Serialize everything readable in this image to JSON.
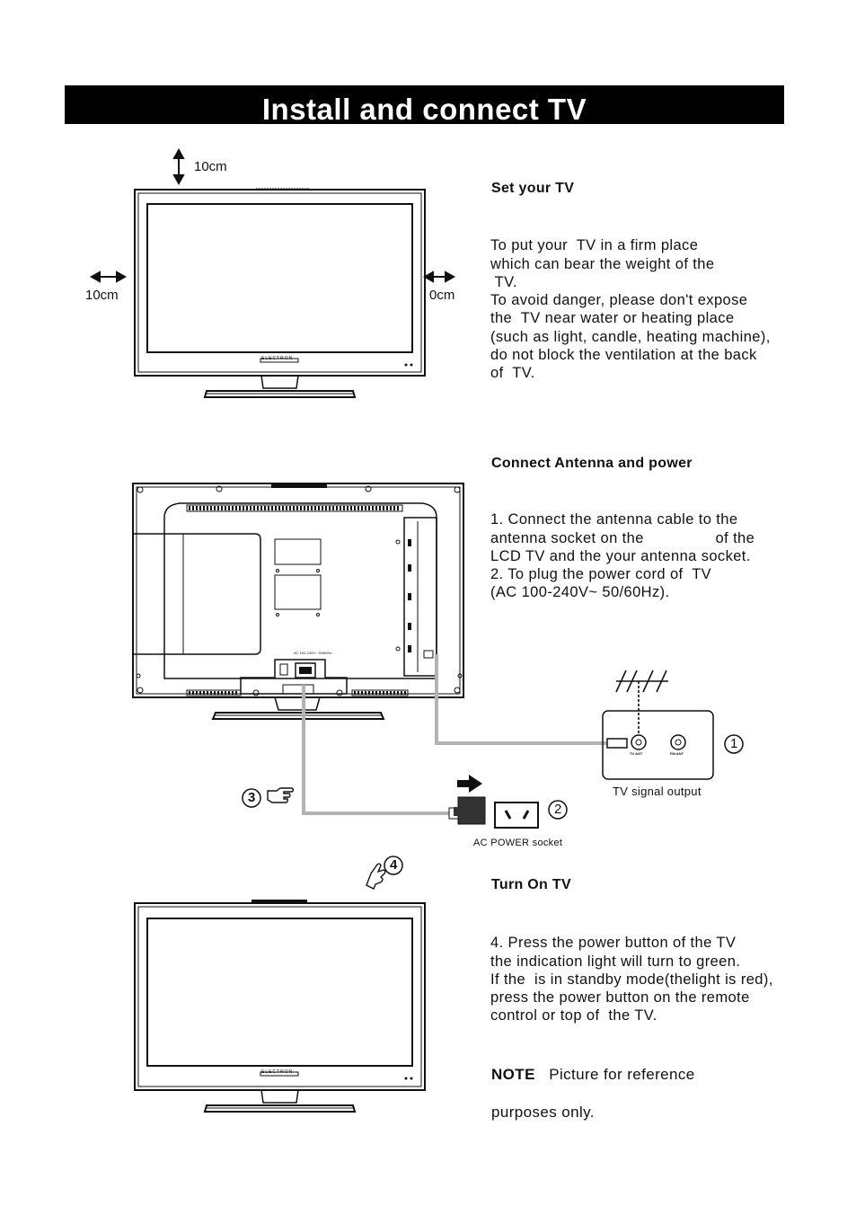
{
  "page_title": "Install and connect  TV",
  "set_tv": {
    "heading": "Set your  TV",
    "lines": [
      "To put your  TV in a firm place",
      "which can bear the weight of the",
      " TV.",
      "To avoid danger, please don't expose",
      "the  TV near water or heating place",
      "(such as light, candle, heating machine),",
      "do not block the ventilation at the back",
      "of  TV."
    ],
    "clearance_top": "10cm",
    "clearance_left": "10cm",
    "clearance_right": "0cm",
    "brand": "ELECTRON"
  },
  "connect": {
    "heading": "Connect Antenna and power",
    "lines": [
      "1. Connect the antenna cable to the",
      "antenna socket on the                of the",
      "LCD TV and the your antenna socket.",
      "2. To plug the power cord of  TV",
      "(AC 100-240V~ 50/60Hz)."
    ],
    "rating_label": "AC 100-240V~ 50/60Hz",
    "tv_signal_label": "TV signal output",
    "ac_power_label": "AC POWER socket",
    "socket_tv_ant": "TV ANT",
    "socket_fm_ant": "FM ANT",
    "markers": [
      "①",
      "②",
      "③",
      "④"
    ]
  },
  "turn_on": {
    "heading": "Turn On  TV",
    "lines": [
      "4. Press the power button of the TV",
      "the indication light will turn to green.",
      "If the  is in standby mode(thelight is red),",
      "press the power button on the remote",
      "control or top of  the TV."
    ],
    "brand": "ELECTRON"
  },
  "note": {
    "label": "NOTE",
    "text": "Picture for reference",
    "text2": "purposes only."
  },
  "colors": {
    "title_bar": "#000000",
    "cable": "#b3b3b3",
    "line": "#222222"
  },
  "icons": [
    "double-arrow-icon",
    "pointing-hand-icon",
    "arrow-right-icon",
    "power-plug-icon",
    "antenna-icon"
  ]
}
